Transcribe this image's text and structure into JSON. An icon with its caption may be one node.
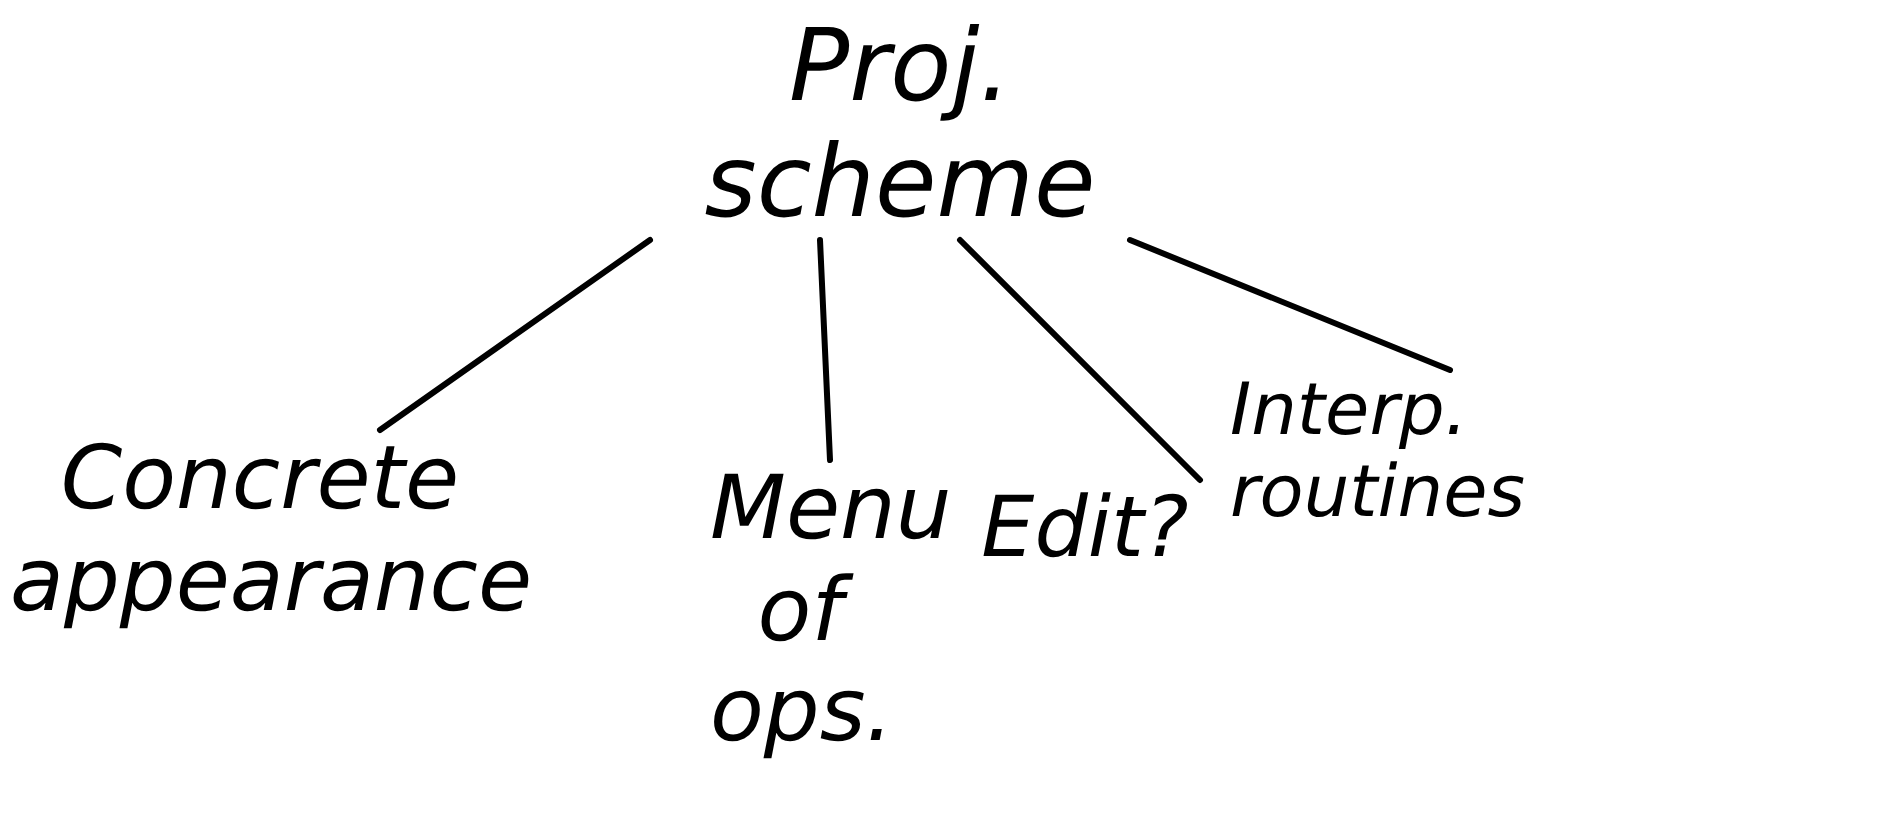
{
  "diagram": {
    "nodes": [
      {
        "text": [
          "Proj. scheme"
        ]
      },
      {
        "text": [
          "Concrete appearance"
        ]
      },
      {
        "text": [
          "Menu of ops."
        ]
      },
      {
        "text": [
          "Edit?"
        ]
      },
      {
        "text": [
          "Interp. routines"
        ]
      }
    ],
    "edges": [
      {
        "from": 0,
        "to": 1,
        "arrow": "none"
      },
      {
        "from": 0,
        "to": 2,
        "arrow": "none"
      },
      {
        "from": 0,
        "to": 3,
        "arrow": "none"
      },
      {
        "from": 0,
        "to": 4,
        "arrow": "none"
      }
    ]
  }
}
